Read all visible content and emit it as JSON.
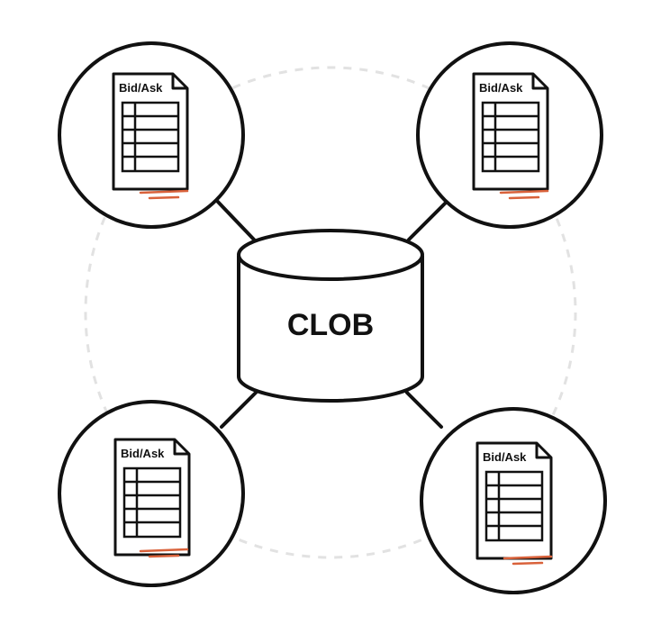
{
  "diagram": {
    "center": {
      "label": "CLOB"
    },
    "nodes": [
      {
        "label": "Bid/Ask"
      },
      {
        "label": "Bid/Ask"
      },
      {
        "label": "Bid/Ask"
      },
      {
        "label": "Bid/Ask"
      }
    ]
  },
  "colors": {
    "stroke": "#111111",
    "dashed_ring": "#e2e2e2",
    "accent": "#d9623b",
    "background": "#ffffff"
  }
}
